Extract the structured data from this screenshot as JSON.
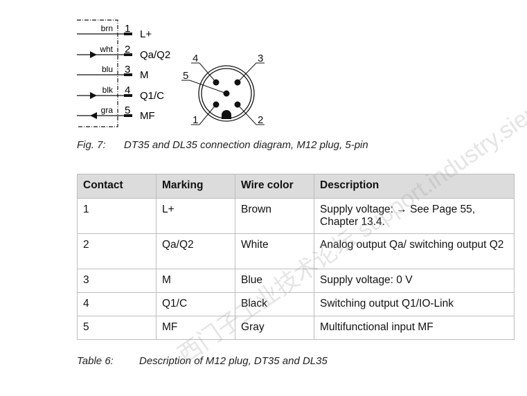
{
  "diagram": {
    "wires": [
      {
        "color": "brn",
        "pin": "1",
        "signal": "L+",
        "arrow": "none"
      },
      {
        "color": "wht",
        "pin": "2",
        "signal": "Qa/Q2",
        "arrow": "in"
      },
      {
        "color": "blu",
        "pin": "3",
        "signal": "M",
        "arrow": "none"
      },
      {
        "color": "blk",
        "pin": "4",
        "signal": "Q1/C",
        "arrow": "in"
      },
      {
        "color": "gra",
        "pin": "5",
        "signal": "MF",
        "arrow": "out"
      }
    ],
    "plug_pins": [
      "1",
      "2",
      "3",
      "4",
      "5"
    ]
  },
  "figure": {
    "label": "Fig. 7:",
    "text": "DT35 and DL35 connection diagram, M12 plug, 5-pin"
  },
  "table": {
    "headers": [
      "Contact",
      "Marking",
      "Wire color",
      "Description"
    ],
    "rows": [
      [
        "1",
        "L+",
        "Brown",
        "Supply voltage: → See Page 55, Chapter 13.4."
      ],
      [
        "2",
        "Qa/Q2",
        "White",
        "Analog output Qa/ switching output Q2"
      ],
      [
        "3",
        "M",
        "Blue",
        "Supply voltage: 0 V"
      ],
      [
        "4",
        "Q1/C",
        "Black",
        "Switching output Q1/IO-Link"
      ],
      [
        "5",
        "MF",
        "Gray",
        "Multifunctional input MF"
      ]
    ]
  },
  "caption": {
    "label": "Table 6:",
    "text": "Description of M12 plug, DT35 and DL35"
  },
  "watermark": "西门子工业技术论坛 support.industry.siemens.com"
}
